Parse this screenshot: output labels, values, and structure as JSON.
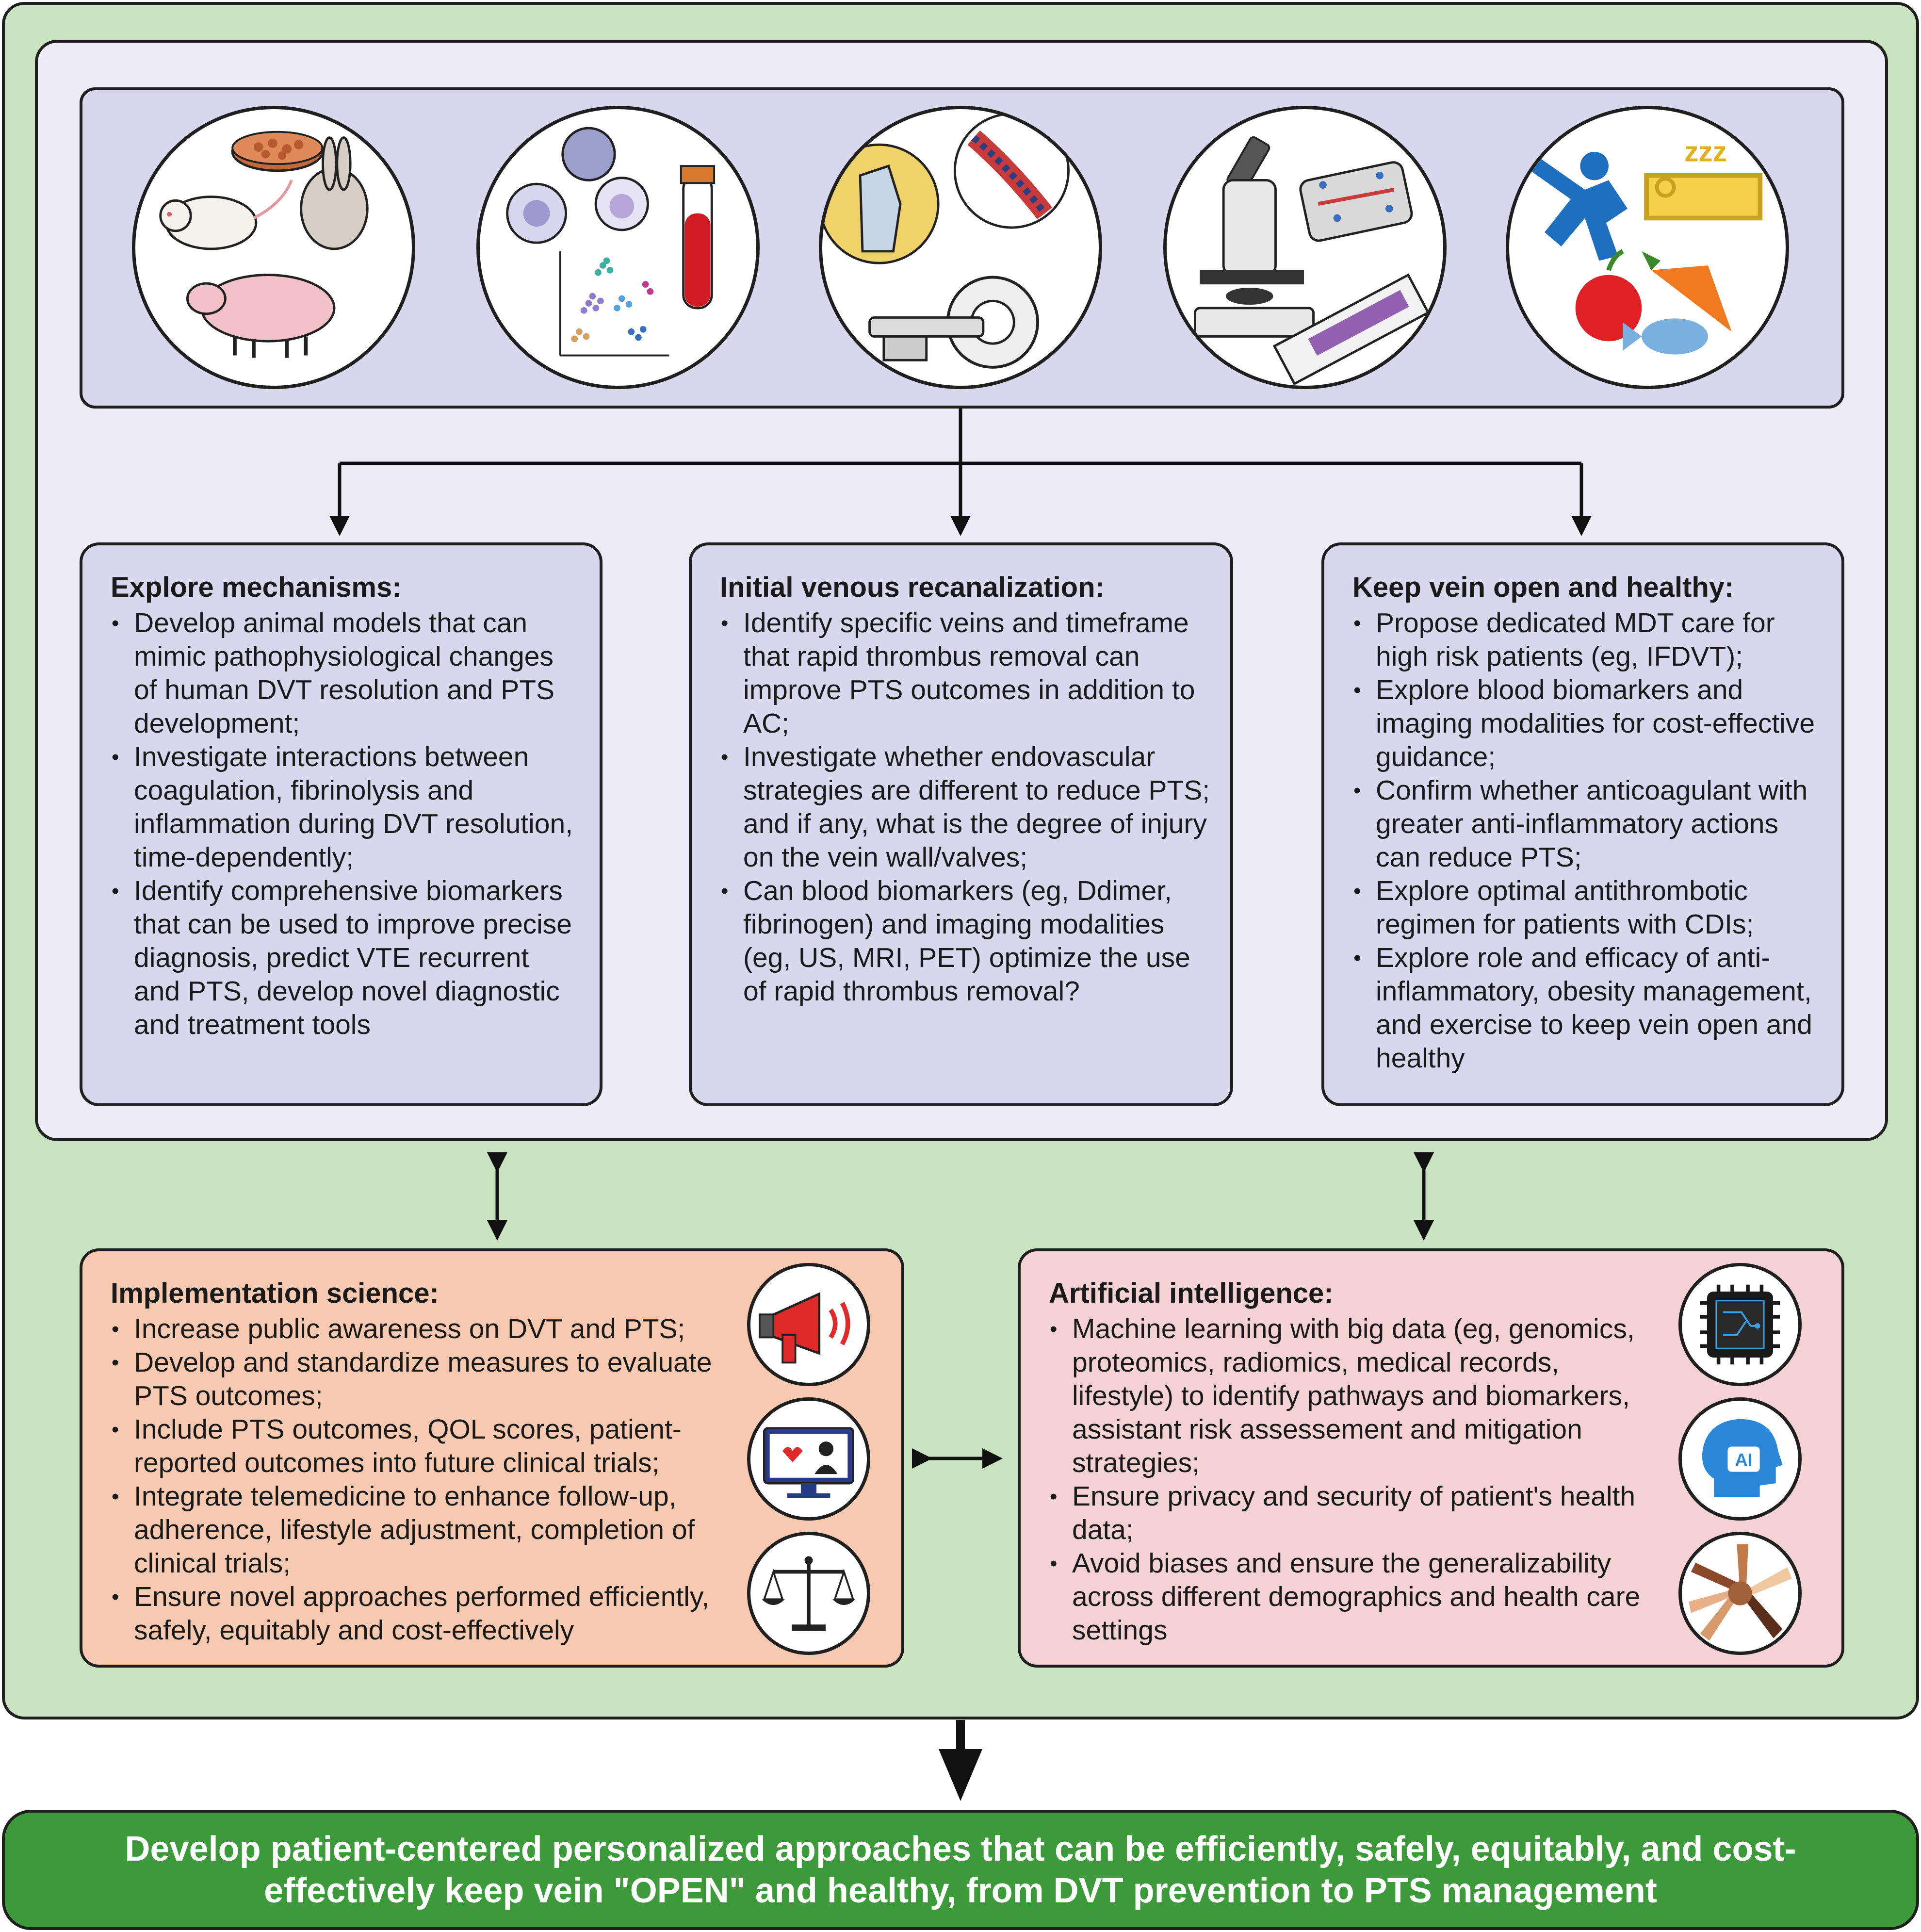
{
  "panels": {
    "mechanisms": {
      "title": "Explore mechanisms:",
      "items": [
        "Develop animal models that can mimic pathophysiological changes of human DVT resolution and PTS development;",
        "Investigate interactions between coagulation, fibrinolysis and inflammation during DVT resolution, time-dependently;",
        "Identify comprehensive biomarkers that can be used to improve precise diagnosis, predict VTE recurrent and PTS, develop novel diagnostic and treatment tools"
      ]
    },
    "recanalization": {
      "title": "Initial venous recanalization:",
      "items": [
        "Identify specific veins and timeframe that rapid thrombus removal can improve PTS outcomes in addition to AC;",
        "Investigate whether endovascular strategies are different to reduce PTS; and if any, what is the degree of injury on the vein wall/valves;",
        "Can blood biomarkers (eg, Ddimer, fibrinogen) and imaging modalities (eg, US, MRI, PET) optimize the use of rapid thrombus removal?"
      ]
    },
    "keep_open": {
      "title": "Keep vein open and healthy:",
      "items": [
        "Propose dedicated MDT care for high risk patients (eg, IFDVT);",
        "Explore blood biomarkers and imaging modalities for cost-effective guidance;",
        "Confirm whether anticoagulant with greater anti-inflammatory actions can reduce PTS;",
        "Explore optimal antithrombotic regimen for patients with CDIs;",
        "Explore role and efficacy of anti-inflammatory, obesity management, and exercise to keep vein open and healthy"
      ]
    },
    "implementation": {
      "title": "Implementation science:",
      "items": [
        "Increase public awareness on DVT and PTS;",
        "Develop and standardize measures to evaluate PTS outcomes;",
        "Include PTS outcomes, QOL scores, patient-reported outcomes into future clinical trials;",
        "Integrate telemedicine to enhance follow-up, adherence, lifestyle adjustment, completion of clinical trials;",
        "Ensure novel approaches performed efficiently, safely, equitably and cost-effectively"
      ]
    },
    "ai": {
      "title": "Artificial intelligence:",
      "items": [
        "Machine learning with big data (eg, genomics, proteomics, radiomics, medical records, lifestyle) to identify pathways and biomarkers, assistant risk assessement and mitigation strategies;",
        "Ensure privacy and security of patient's health data;",
        "Avoid biases and ensure the generalizability across different demographics and health care settings"
      ]
    }
  },
  "ai_chip_label": "AI",
  "final_statement": "Develop patient-centered personalized approaches that can be efficiently, safely, equitably, and cost-effectively keep vein \"OPEN\" and healthy, from DVT prevention to PTS management",
  "icons": [
    "animal-models-icon",
    "blood-cells-icon",
    "imaging-icon",
    "microscope-icon",
    "lifestyle-icon",
    "megaphone-icon",
    "telemedicine-icon",
    "scales-icon",
    "chip-icon",
    "ai-head-icon",
    "hands-icon"
  ],
  "colors": {
    "outer_bg": "#c9e3c0",
    "inner_bg": "#ecebf7",
    "purple_box": "#d8d7ee",
    "orange_box": "#f6c9b0",
    "pink_box": "#f4d2d3",
    "final_bg": "#3c9a3a"
  }
}
